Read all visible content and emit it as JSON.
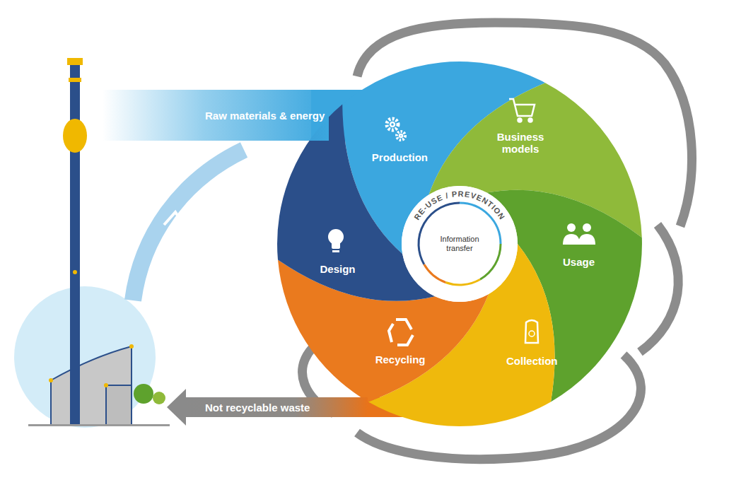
{
  "diagram": {
    "nodes": [
      {
        "text": [
          "Raw materials & energy"
        ]
      },
      {
        "text": [
          "Production"
        ]
      },
      {
        "text": [
          "Business models"
        ]
      },
      {
        "text": [
          "Usage"
        ]
      },
      {
        "text": [
          "Collection"
        ]
      },
      {
        "text": [
          "Recycling"
        ]
      },
      {
        "text": [
          "Design"
        ]
      },
      {
        "text": [
          "RE-USE / PREVENTION",
          "Information transfer"
        ]
      },
      {
        "text": [
          "Not recyclable waste"
        ]
      }
    ]
  }
}
